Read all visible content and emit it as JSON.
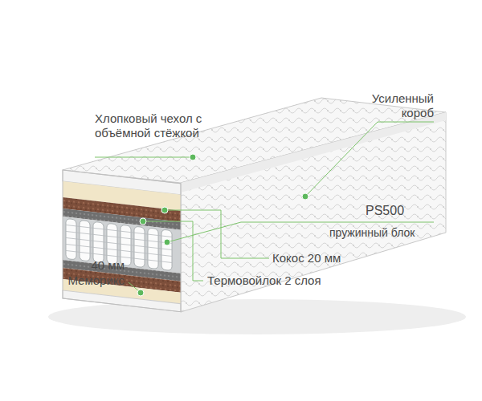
{
  "diagram": {
    "labels": [
      "Хлопковый чехол с объёмной стёжкой",
      "Усиленный короб",
      "PS500",
      "пружинный блок",
      "Кокос 20 мм",
      "Термовойлок 2 слоя",
      "40 мм",
      "Меморикс"
    ]
  }
}
